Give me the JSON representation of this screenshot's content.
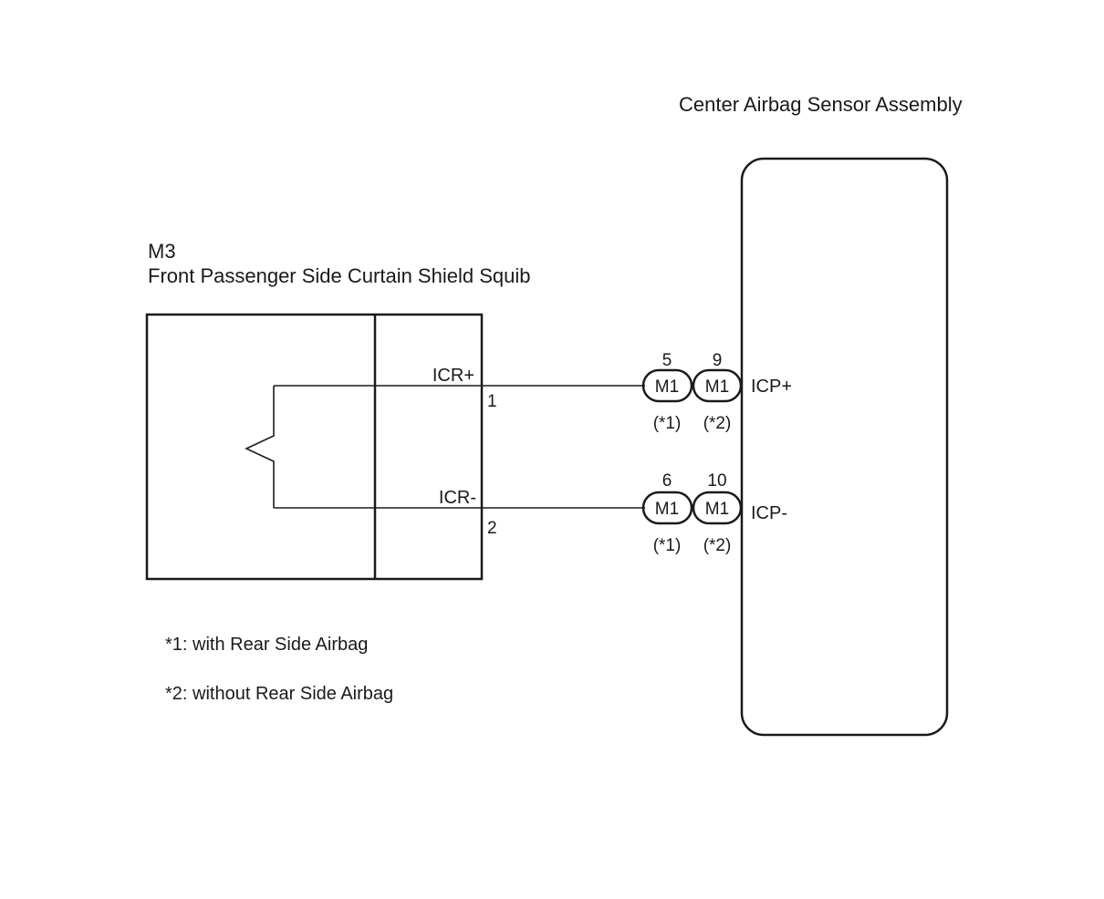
{
  "ecu": {
    "name": "Center Airbag Sensor Assembly"
  },
  "squib": {
    "connector_code": "M3",
    "name": "Front Passenger Side Curtain Shield Squib",
    "pins": [
      {
        "signal": "ICR+",
        "pin": "1"
      },
      {
        "signal": "ICR-",
        "pin": "2"
      }
    ]
  },
  "ecu_terminals": [
    {
      "signal": "ICP+",
      "variants": [
        {
          "pin": "5",
          "connector": "M1",
          "note": "(*1)"
        },
        {
          "pin": "9",
          "connector": "M1",
          "note": "(*2)"
        }
      ]
    },
    {
      "signal": "ICP-",
      "variants": [
        {
          "pin": "6",
          "connector": "M1",
          "note": "(*1)"
        },
        {
          "pin": "10",
          "connector": "M1",
          "note": "(*2)"
        }
      ]
    }
  ],
  "notes": [
    "*1: with Rear Side Airbag",
    "*2: without Rear Side Airbag"
  ]
}
